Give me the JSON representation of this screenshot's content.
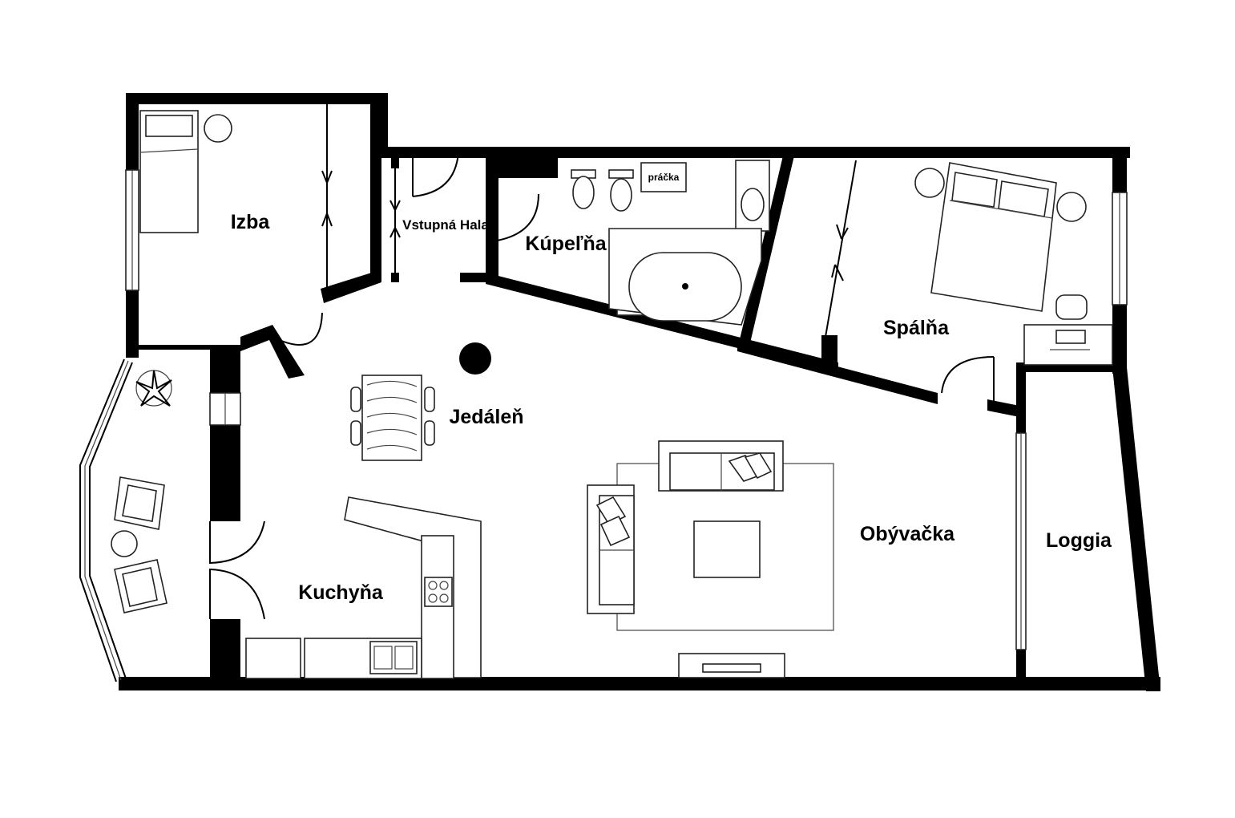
{
  "rooms": {
    "izba": "Izba",
    "hala": "Vstupná Hala",
    "kupelna": "Kúpeľňa",
    "spalna": "Spálňa",
    "jedalen": "Jedáleň",
    "obyvacka": "Obývačka",
    "kuchyna": "Kuchyňa",
    "loggia": "Loggia"
  },
  "fixtures": {
    "washer": "práčka"
  },
  "colors": {
    "walls": "#000000",
    "background": "#ffffff",
    "lines": "#222222"
  },
  "icons": [
    "bed-icon",
    "sofa-icon",
    "dining-table-icon",
    "bathtub-icon",
    "toilet-icon",
    "sink-icon",
    "stove-icon",
    "plant-icon",
    "armchair-icon"
  ]
}
